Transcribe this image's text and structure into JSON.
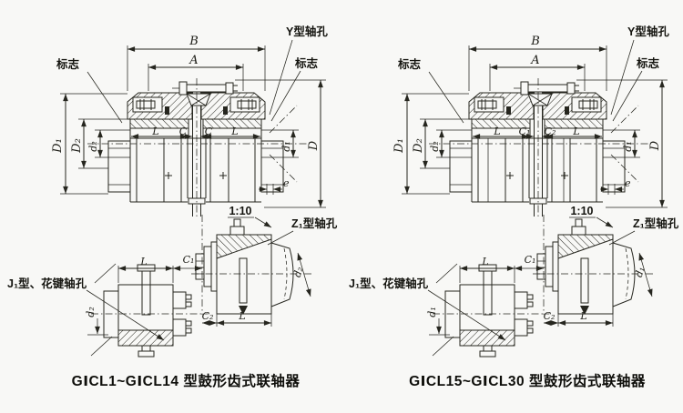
{
  "colors": {
    "paper": "#f8f8f6",
    "ink": "#26261f"
  },
  "figures": [
    {
      "caption": "GⅠCL1~GⅠCL14 型鼓形齿式联轴器",
      "main": {
        "dim_B": "B",
        "dim_A": "A",
        "label_y_bore": "Y型轴孔",
        "label_mark_left": "标志",
        "label_mark_right": "标志",
        "dim_D1": "D₁",
        "dim_D2": "D₂",
        "dim_d2": "d₂",
        "dim_L_left": "L",
        "dim_C_left": "C",
        "dim_C_right": "C",
        "dim_L_right": "L",
        "dim_d1": "d₁",
        "dim_D": "D",
        "dim_e": "e"
      },
      "detail_left": {
        "label": "J₁型、花键轴孔",
        "dim_L": "L",
        "dim_C1": "C₁",
        "dim_d": "d₂"
      },
      "detail_right": {
        "taper": "1:10",
        "label": "Z₁型轴孔",
        "dim_C2": "C₂",
        "dim_L": "L",
        "dim_d": "d₂"
      }
    },
    {
      "caption": "GⅠCL15~GⅠCL30 型鼓形齿式联轴器",
      "main": {
        "dim_B": "B",
        "dim_A": "A",
        "label_y_bore": "Y型轴孔",
        "label_mark_left": "标志",
        "label_mark_right": "标志",
        "dim_D1": "D₁",
        "dim_D2": "D₂",
        "dim_d2": "d₂",
        "dim_L_left": "L",
        "dim_C_left": "C₁",
        "dim_C_right": "C₂",
        "dim_L_right": "L",
        "dim_d1": "d₁",
        "dim_D": "D",
        "dim_e": "e"
      },
      "detail_left": {
        "label": "J₁型、花键轴孔",
        "dim_L": "L",
        "dim_C1": "C₁",
        "dim_d": "d₁"
      },
      "detail_right": {
        "taper": "1:10",
        "label": "Z₁型轴孔",
        "dim_C2": "C₂",
        "dim_L": "L",
        "dim_d": "d₁"
      }
    }
  ]
}
